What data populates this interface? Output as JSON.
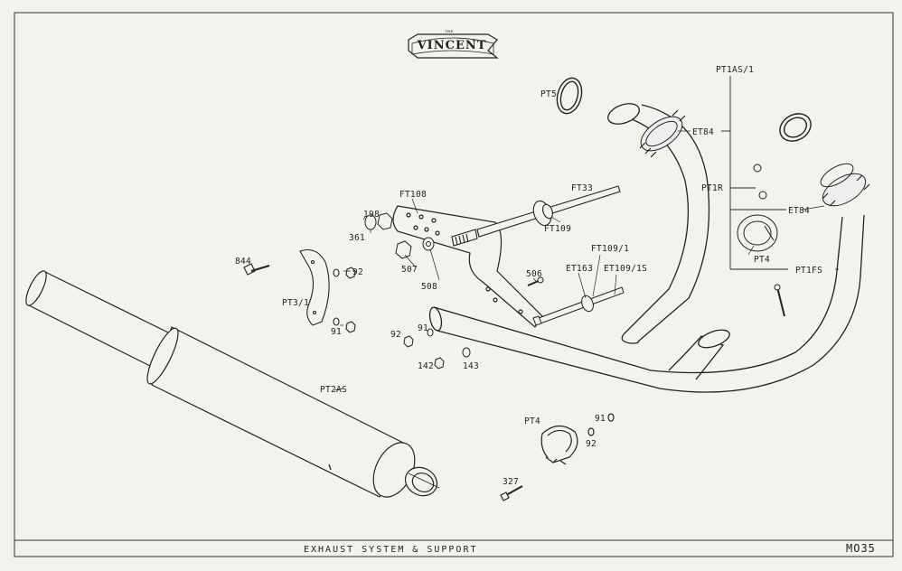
{
  "brand": {
    "name": "VINCENT",
    "prefix": "THE"
  },
  "footer": {
    "title": "EXHAUST SYSTEM & SUPPORT",
    "ref": "MO35"
  },
  "parts": {
    "pt5": "PT5",
    "pt1as1": "PT1AS/1",
    "et84_top": "ET84",
    "pt1r": "PT1R",
    "et84_right": "ET84",
    "pt4_right": "PT4",
    "pt1fs": "PT1FS",
    "ft33": "FT33",
    "ft108": "FT108",
    "p198": "198",
    "p361": "361",
    "ft109": "FT109",
    "ft109_1": "FT109/1",
    "p507": "507",
    "p508": "508",
    "p506": "506",
    "et163": "ET163",
    "et109_1s": "ET109/1S",
    "p844": "844",
    "p92a": "92",
    "pt3_1": "PT3/1",
    "p91a": "91",
    "p91b": "91",
    "p92b": "92",
    "p142": "142",
    "p143": "143",
    "pt2as": "PT2AS",
    "pt4_bottom": "PT4",
    "p91c": "91",
    "p92c": "92",
    "p327": "327"
  }
}
